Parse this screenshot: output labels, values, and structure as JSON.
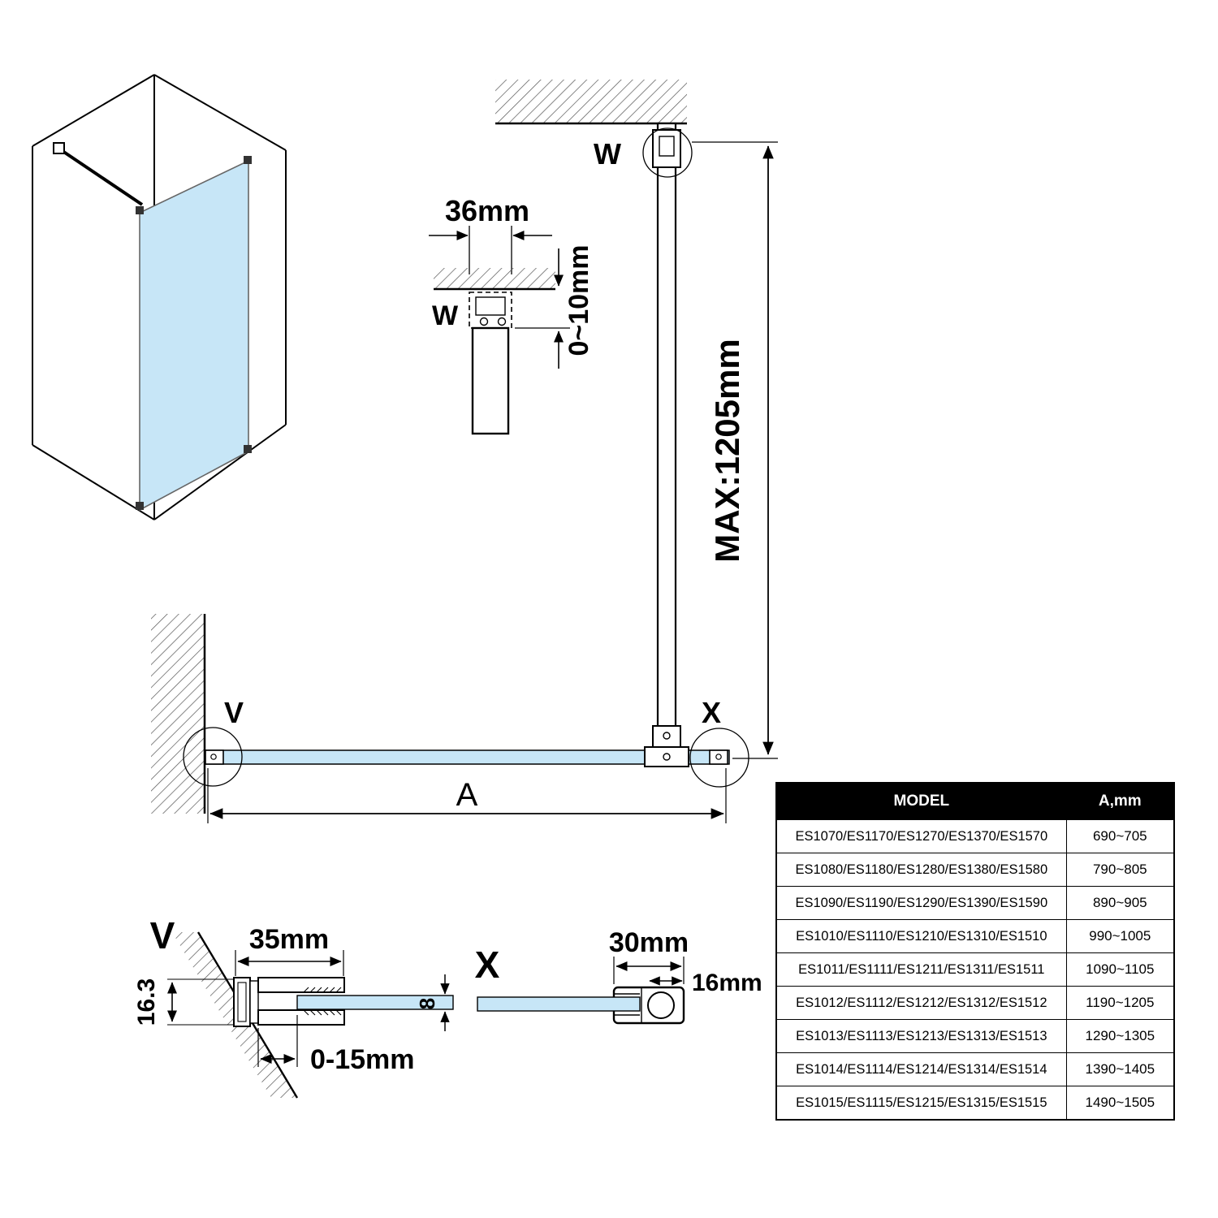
{
  "diagram": {
    "detail_w": {
      "label": "W",
      "bracket_width": "36mm",
      "ceiling_gap": "0~10mm"
    },
    "support_bar": {
      "top_label": "W",
      "max_length": "MAX:1205mm"
    },
    "panel_view": {
      "wall_label": "V",
      "end_label": "X",
      "width_label": "A"
    },
    "detail_v": {
      "label": "V",
      "profile_depth": "16.3",
      "profile_width": "35mm",
      "adjust_range": "0-15mm",
      "glass_thickness": "8"
    },
    "detail_x": {
      "label": "X",
      "clamp_width": "30mm",
      "bar_width": "16mm"
    }
  },
  "table": {
    "headers": {
      "model": "MODEL",
      "a": "A,mm"
    },
    "rows": [
      {
        "model": "ES1070/ES1170/ES1270/ES1370/ES1570",
        "a": "690~705"
      },
      {
        "model": "ES1080/ES1180/ES1280/ES1380/ES1580",
        "a": "790~805"
      },
      {
        "model": "ES1090/ES1190/ES1290/ES1390/ES1590",
        "a": "890~905"
      },
      {
        "model": "ES1010/ES1110/ES1210/ES1310/ES1510",
        "a": "990~1005"
      },
      {
        "model": "ES1011/ES1111/ES1211/ES1311/ES1511",
        "a": "1090~1105"
      },
      {
        "model": "ES1012/ES1112/ES1212/ES1312/ES1512",
        "a": "1190~1205"
      },
      {
        "model": "ES1013/ES1113/ES1213/ES1313/ES1513",
        "a": "1290~1305"
      },
      {
        "model": "ES1014/ES1114/ES1214/ES1314/ES1514",
        "a": "1390~1405"
      },
      {
        "model": "ES1015/ES1115/ES1215/ES1315/ES1515",
        "a": "1490~1505"
      }
    ]
  },
  "colors": {
    "glass": "#c7e6f7",
    "line": "#000000",
    "hatch": "#555555",
    "table_header_bg": "#000000",
    "table_header_text": "#ffffff"
  }
}
